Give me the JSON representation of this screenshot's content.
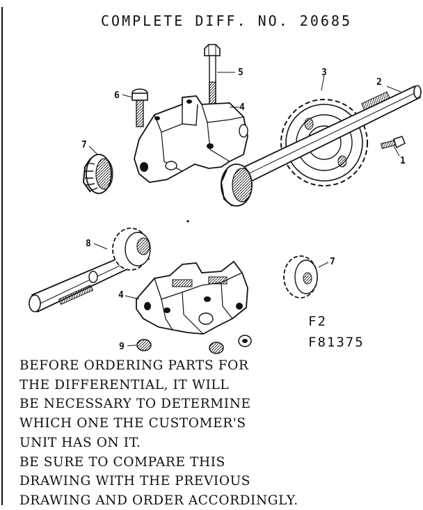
{
  "title": "COMPLETE DIFF. NO. 20685",
  "callouts": [
    "1",
    "2",
    "3",
    "4",
    "5",
    "6",
    "7",
    "7",
    "8",
    "4",
    "9"
  ],
  "figure_codes": [
    "F2",
    "F81375"
  ],
  "instructions": [
    "BEFORE ORDERING PARTS FOR",
    "THE DIFFERENTIAL, IT WILL",
    "BE NECESSARY TO DETERMINE",
    "WHICH ONE THE CUSTOMER'S",
    "UNIT HAS ON IT.",
    "BE SURE TO COMPARE THIS",
    "DRAWING WITH THE PREVIOUS",
    "DRAWING AND ORDER ACCORDINGLY."
  ]
}
